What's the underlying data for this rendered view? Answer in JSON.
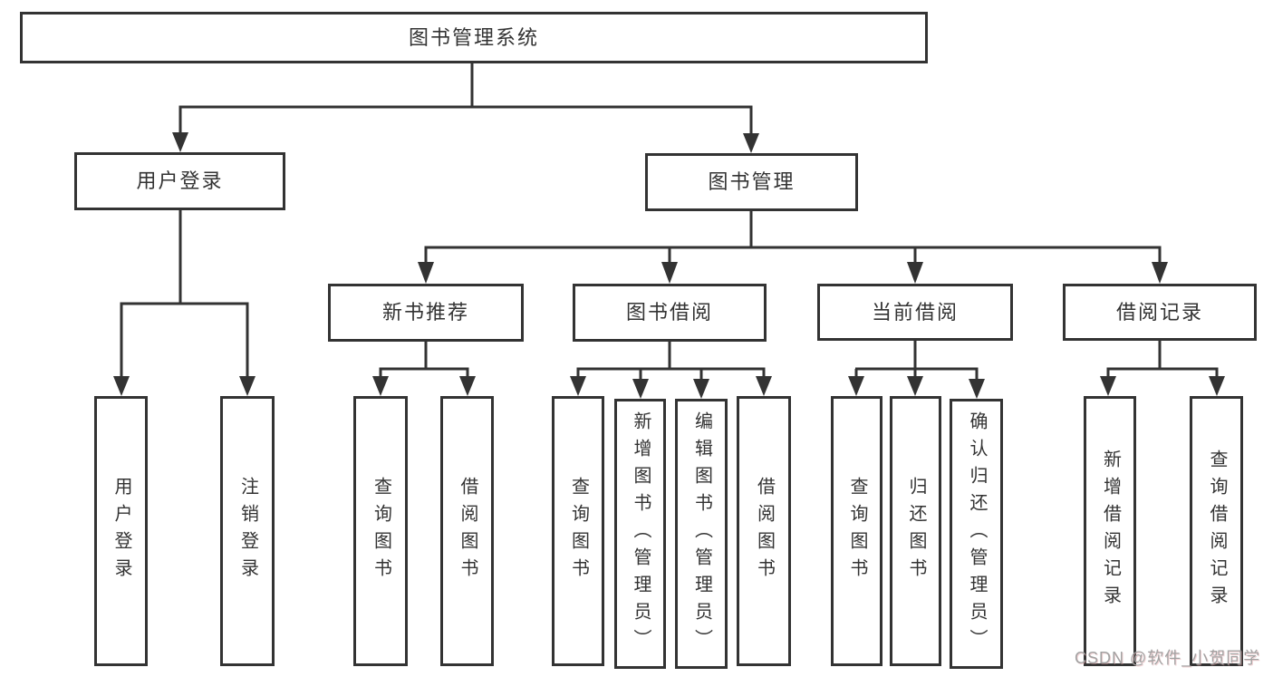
{
  "diagram": {
    "tree": {
      "root": "图书管理系统",
      "level2": [
        {
          "label": "用户登录",
          "children": [
            "用户登录",
            "注销登录"
          ]
        },
        {
          "label": "图书管理",
          "groups": [
            {
              "label": "新书推荐",
              "children": [
                "查询图书",
                "借阅图书"
              ]
            },
            {
              "label": "图书借阅",
              "children": [
                "查询图书",
                "新增图书（管理员）",
                "编辑图书（管理员）",
                "借阅图书"
              ]
            },
            {
              "label": "当前借阅",
              "children": [
                "查询图书",
                "归还图书",
                "确认归还（管理员）"
              ]
            },
            {
              "label": "借阅记录",
              "children": [
                "新增借阅记录",
                "查询借阅记录"
              ]
            }
          ]
        }
      ]
    },
    "colors": {
      "line": "#333333",
      "box_border": "#333333",
      "box_fill": "#ffffff",
      "text": "#333333",
      "background": "#ffffff",
      "watermark_text": "#a2a2a2"
    }
  },
  "watermark": {
    "text": "CSDN @软件_小贺同学"
  }
}
